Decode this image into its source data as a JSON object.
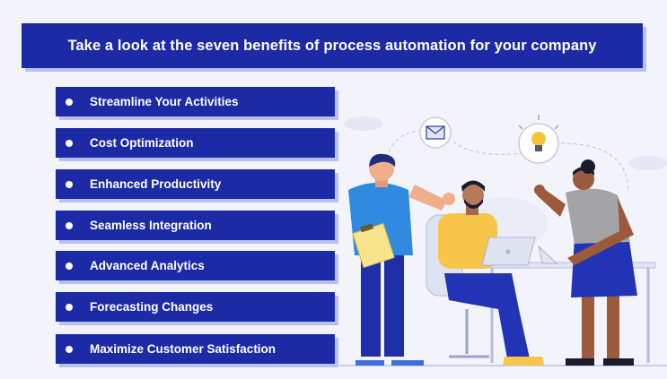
{
  "title": "Take a look at the seven benefits of process automation for your company",
  "benefits": [
    "Streamline Your Activities",
    "Cost Optimization",
    "Enhanced Productivity",
    "Seamless Integration",
    "Advanced Analytics",
    "Forecasting Changes",
    "Maximize Customer Satisfaction"
  ],
  "colors": {
    "banner": "#1c2aa6",
    "banner_shadow": "#b8c0ec",
    "background": "#f3f4fb"
  },
  "illustration": {
    "icons": [
      "envelope-icon",
      "lightbulb-icon",
      "laptop-icon",
      "clipboard-icon"
    ]
  }
}
